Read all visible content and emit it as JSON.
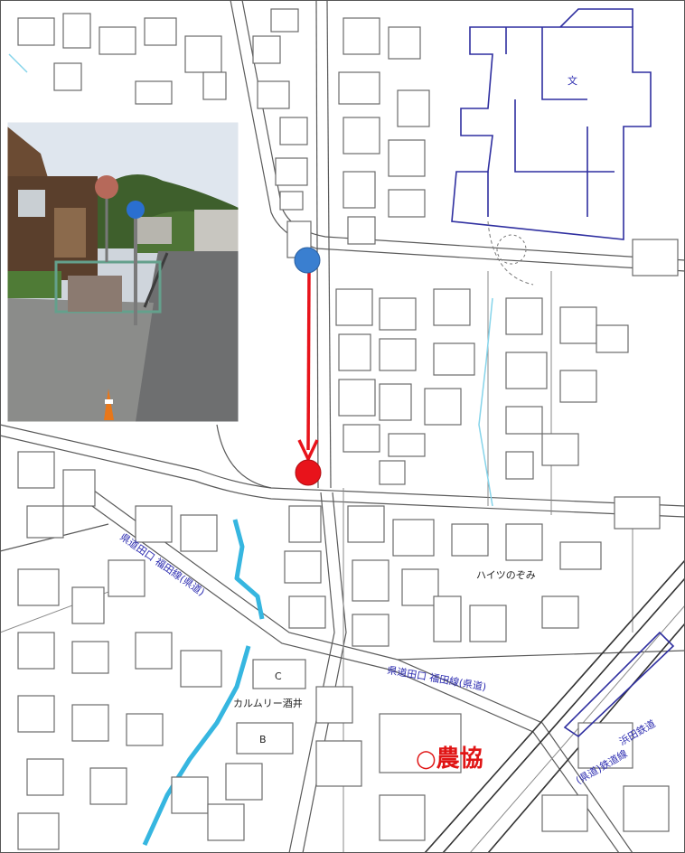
{
  "labels": {
    "road_left": "県道田口 福田線(県道)",
    "road_right": "県道田口 福田線(県道)",
    "heights": "ハイツのぞみ",
    "karumuri": "カルムリー酒井",
    "bldg_b": "B",
    "bldg_c": "C",
    "nokyo": "○農協",
    "station_right": "(県道)鉄道線",
    "station_right2": "浜田鉄道",
    "school_mark": "文"
  },
  "markers": {
    "start_color": "#3a7fd0",
    "end_color": "#e8131b",
    "arrow_color": "#e8131b"
  },
  "colors": {
    "creek": "#36b6e0",
    "school_outline": "#2f2fa0",
    "nokyo_text": "#e01515"
  }
}
